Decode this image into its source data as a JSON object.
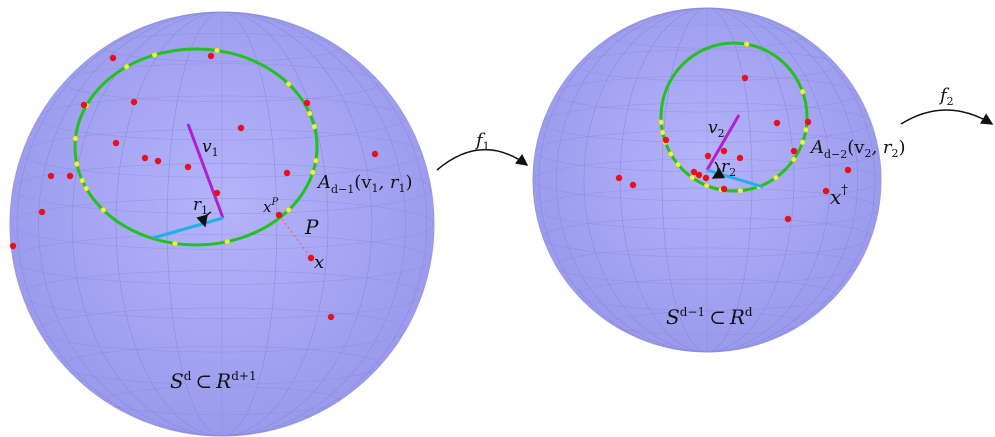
{
  "colors": {
    "sphere_fill": "#a9a9f7",
    "sphere_grid": "#8a8ad8",
    "circle": "#22c21a",
    "circle_marker": "#e4f54a",
    "point": "#e8101a",
    "v_vector": "#b020d0",
    "r_vector": "#20b0e8",
    "projection_line": "#e07070",
    "arrow": "#111111"
  },
  "left_sphere": {
    "label_S": "S",
    "label_S_sup": "d",
    "label_subset": "⊂",
    "label_R": "R",
    "label_R_sup": "d+1",
    "circle_label_A": "A",
    "circle_label_A_sub": "d−1",
    "circle_label_args": "(v",
    "circle_label_args_sub1": "1",
    "circle_label_args_mid": ", r",
    "circle_label_args_sub2": "1",
    "circle_label_args_end": ")",
    "v_label": "v",
    "v_sub": "1",
    "r_label": "r",
    "r_sub": "1",
    "xP_label": "x",
    "xP_sup": "P",
    "P_label": "P",
    "x_label": "x"
  },
  "right_sphere": {
    "label_S": "S",
    "label_S_sup": "d−1",
    "label_subset": "⊂",
    "label_R": "R",
    "label_R_sup": "d",
    "circle_label_A": "A",
    "circle_label_A_sub": "d−2",
    "circle_label_args": "(v",
    "circle_label_args_sub1": "2",
    "circle_label_args_mid": ", r",
    "circle_label_args_sub2": "2",
    "circle_label_args_end": ")",
    "v_label": "v",
    "v_sub": "2",
    "r_label": "r",
    "r_sub": "2",
    "x_label": "x",
    "x_sup": "†"
  },
  "arrows": {
    "f1_label": "f",
    "f1_sub": "1",
    "f2_label": "f",
    "f2_sub": "2"
  }
}
